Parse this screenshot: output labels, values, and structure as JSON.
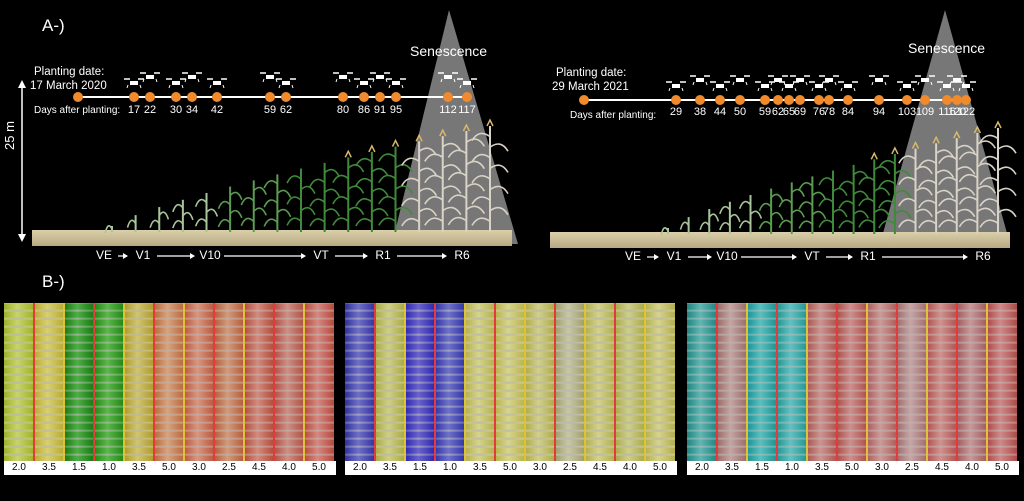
{
  "panel_a_label": "A-)",
  "panel_b_label": "B-)",
  "height_label": "25 m",
  "seasons": [
    {
      "planting_title": "Planting date:",
      "planting_date": "17 March 2020",
      "days_title": "Days after planting:",
      "senescence": "Senescence",
      "days": [
        17,
        22,
        30,
        34,
        42,
        59,
        62,
        80,
        86,
        91,
        95,
        112,
        117
      ],
      "stages": [
        "VE",
        "V1",
        "V10",
        "VT",
        "R1",
        "R6"
      ]
    },
    {
      "planting_title": "Planting date:",
      "planting_date": "29 March 2021",
      "days_title": "Days after planting:",
      "senescence": "Senescence",
      "days": [
        29,
        38,
        44,
        50,
        59,
        62,
        65,
        69,
        76,
        78,
        84,
        94,
        103,
        109,
        116,
        120,
        122
      ],
      "stages": [
        "VE",
        "V1",
        "V10",
        "VT",
        "R1",
        "R6"
      ]
    }
  ],
  "plot_values": [
    "2.0",
    "3.5",
    "1.5",
    "1.0",
    "3.5",
    "5.0",
    "3.0",
    "2.5",
    "4.5",
    "4.0",
    "5.0"
  ],
  "map_panels": [
    {
      "name": "map-panel-1",
      "colors": [
        "#c9d46a",
        "#d8d070",
        "#4fae45",
        "#5bb84a",
        "#d2c56c",
        "#d8a37e",
        "#d9967f",
        "#d49a7c",
        "#d48b7c",
        "#d18f84",
        "#d7897f"
      ]
    },
    {
      "name": "map-panel-2",
      "colors": [
        "#6f70c8",
        "#cfcf85",
        "#6a63d0",
        "#6f72cc",
        "#d6d38c",
        "#d8d58c",
        "#d2d08a",
        "#c9c8a6",
        "#d4d28c",
        "#cfcf8a",
        "#d6d38c"
      ]
    },
    {
      "name": "map-panel-3",
      "colors": [
        "#5fb7b4",
        "#c5a5a3",
        "#58c0c0",
        "#62c2c1",
        "#cf9490",
        "#d08f8c",
        "#cf9b98",
        "#c9a6a6",
        "#d2928f",
        "#c9999a",
        "#d08a88"
      ]
    }
  ]
}
